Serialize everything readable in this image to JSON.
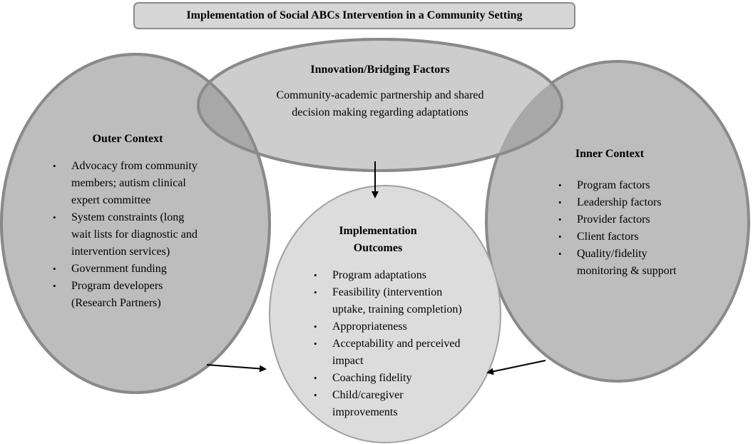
{
  "title": "Implementation of Social ABCs Intervention in a Community Setting",
  "bridging": {
    "heading": "Innovation/Bridging Factors",
    "text_line1": "Community-academic partnership and shared",
    "text_line2": "decision making regarding adaptations"
  },
  "outer": {
    "heading": "Outer Context",
    "items": [
      [
        "Advocacy from community",
        "members; autism clinical",
        "expert committee"
      ],
      [
        "System constraints (long",
        "wait lists for diagnostic and",
        "intervention services)"
      ],
      [
        "Government funding"
      ],
      [
        "Program developers",
        "(Research Partners)"
      ]
    ]
  },
  "inner": {
    "heading": "Inner Context",
    "items": [
      [
        "Program factors"
      ],
      [
        "Leadership factors"
      ],
      [
        "Provider factors"
      ],
      [
        "Client factors"
      ],
      [
        "Quality/fidelity",
        "monitoring & support"
      ]
    ]
  },
  "outcomes": {
    "heading_line1": "Implementation",
    "heading_line2": "Outcomes",
    "items": [
      [
        "Program adaptations"
      ],
      [
        "Feasibility (intervention",
        "uptake, training completion)"
      ],
      [
        "Appropriateness"
      ],
      [
        "Acceptability and perceived",
        "impact"
      ],
      [
        "Coaching fidelity"
      ],
      [
        "Child/caregiver",
        "improvements"
      ]
    ]
  },
  "colors": {
    "ellipse_fill": "#bdbdbd",
    "ellipse_stroke": "#8a8a8a",
    "outcome_fill": "#dcdcdc",
    "overlap_fill": "#a8a8a8"
  }
}
